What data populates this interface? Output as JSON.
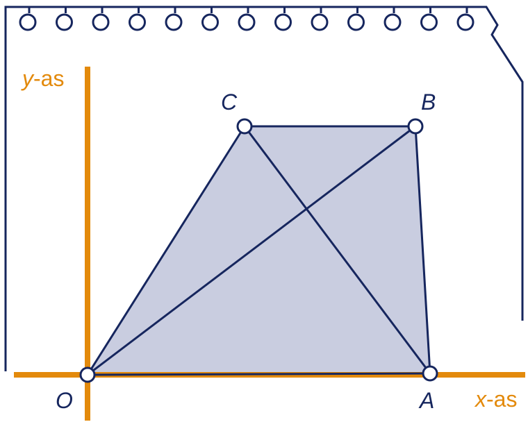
{
  "axes": {
    "x_label_var": "x",
    "x_label_rest": "-as",
    "y_label_var": "y",
    "y_label_rest": "-as"
  },
  "points": {
    "O": "O",
    "A": "A",
    "B": "B",
    "C": "C"
  },
  "colors": {
    "axis": "#e38a0c",
    "line": "#16265e",
    "fill": "#c9cde0"
  }
}
